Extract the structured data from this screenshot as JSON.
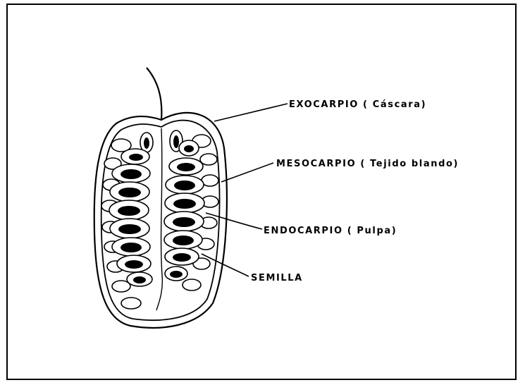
{
  "labels": {
    "exocarp": "EXOCARPIO ( Cáscara)",
    "mesocarp": "MESOCARPIO ( Tejido blando)",
    "endocarp": "ENDOCARPIO ( Pulpa)",
    "seed": "SEMILLA"
  },
  "colors": {
    "ink": "#000000",
    "paper": "#ffffff"
  }
}
